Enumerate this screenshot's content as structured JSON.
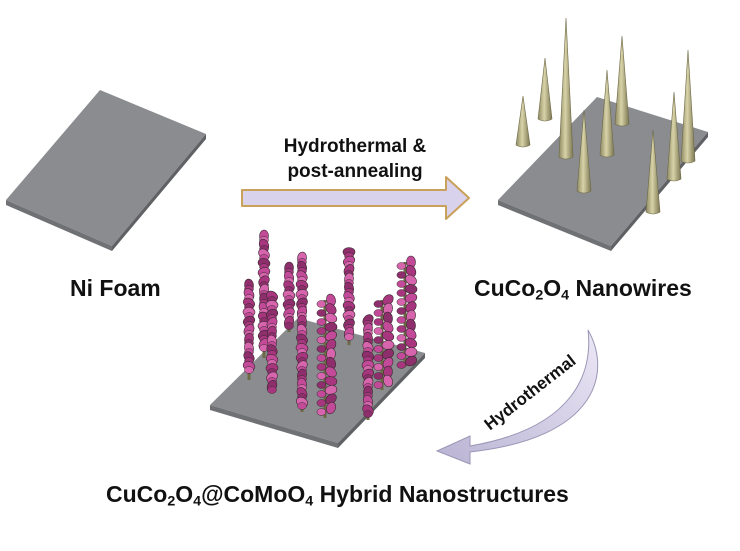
{
  "colors": {
    "substrate": "#8a8c8f",
    "arrow_fill": "#d9d2ec",
    "arrow_stroke": "#c9a15a",
    "nanowire": "#b8b28a",
    "flower": "#c24a98"
  },
  "labels": {
    "ni_foam": "Ni Foam",
    "nanowires": {
      "pre": "CuCo",
      "s1": "2",
      "mid": "O",
      "s2": "4",
      "post": " Nanowires"
    },
    "hybrid": {
      "pre": "CuCo",
      "s1": "2",
      "mid": "O",
      "s2": "4",
      "mid2": "@CoMoO",
      "s3": "4",
      "post": " Hybrid Nanostructures"
    }
  },
  "steps": {
    "step1_line1": "Hydrothermal &",
    "step1_line2": "post-annealing",
    "step2": "Hydrothermal"
  }
}
